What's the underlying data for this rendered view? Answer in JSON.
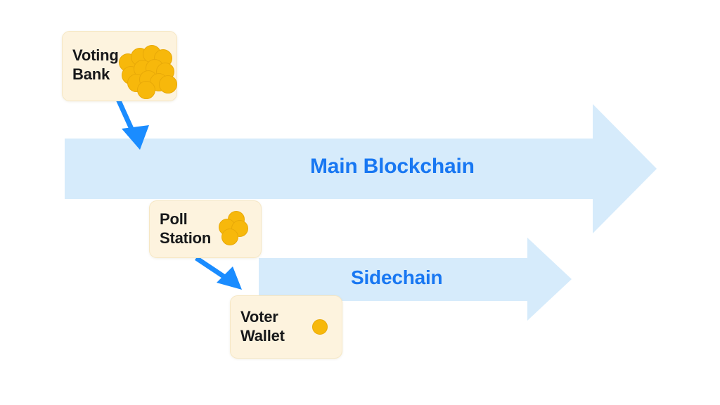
{
  "diagram": {
    "title": "Blockchain voting flow",
    "background_color": "#ffffff",
    "colors": {
      "chain_fill": "#D6EBFB",
      "chain_text": "#1877F2",
      "connector_arrow": "#1A8CFF",
      "card_fill": "#FDF3DE",
      "card_border": "#F6E7C4",
      "card_text": "#17181A",
      "coin_fill": "#F7B80B",
      "coin_stroke": "#E8A908"
    }
  },
  "chains": [
    {
      "id": "main-blockchain",
      "label": "Main Blockchain",
      "direction": "right"
    },
    {
      "id": "sidechain",
      "label": "Sidechain",
      "direction": "right"
    }
  ],
  "cards": [
    {
      "id": "voting-bank",
      "label": "Voting\nBank",
      "coin_count": 13,
      "coin_layout": "cluster-large"
    },
    {
      "id": "poll-station",
      "label": "Poll\nStation",
      "coin_count": 4,
      "coin_layout": "cluster-small"
    },
    {
      "id": "voter-wallet",
      "label": "Voter\nWallet",
      "coin_count": 1,
      "coin_layout": "single"
    }
  ],
  "connectors": [
    {
      "id": "voting-bank-to-main-blockchain",
      "from": "voting-bank",
      "to": "main-blockchain"
    },
    {
      "id": "poll-station-to-voter-wallet",
      "from": "poll-station",
      "to": "voter-wallet"
    }
  ]
}
